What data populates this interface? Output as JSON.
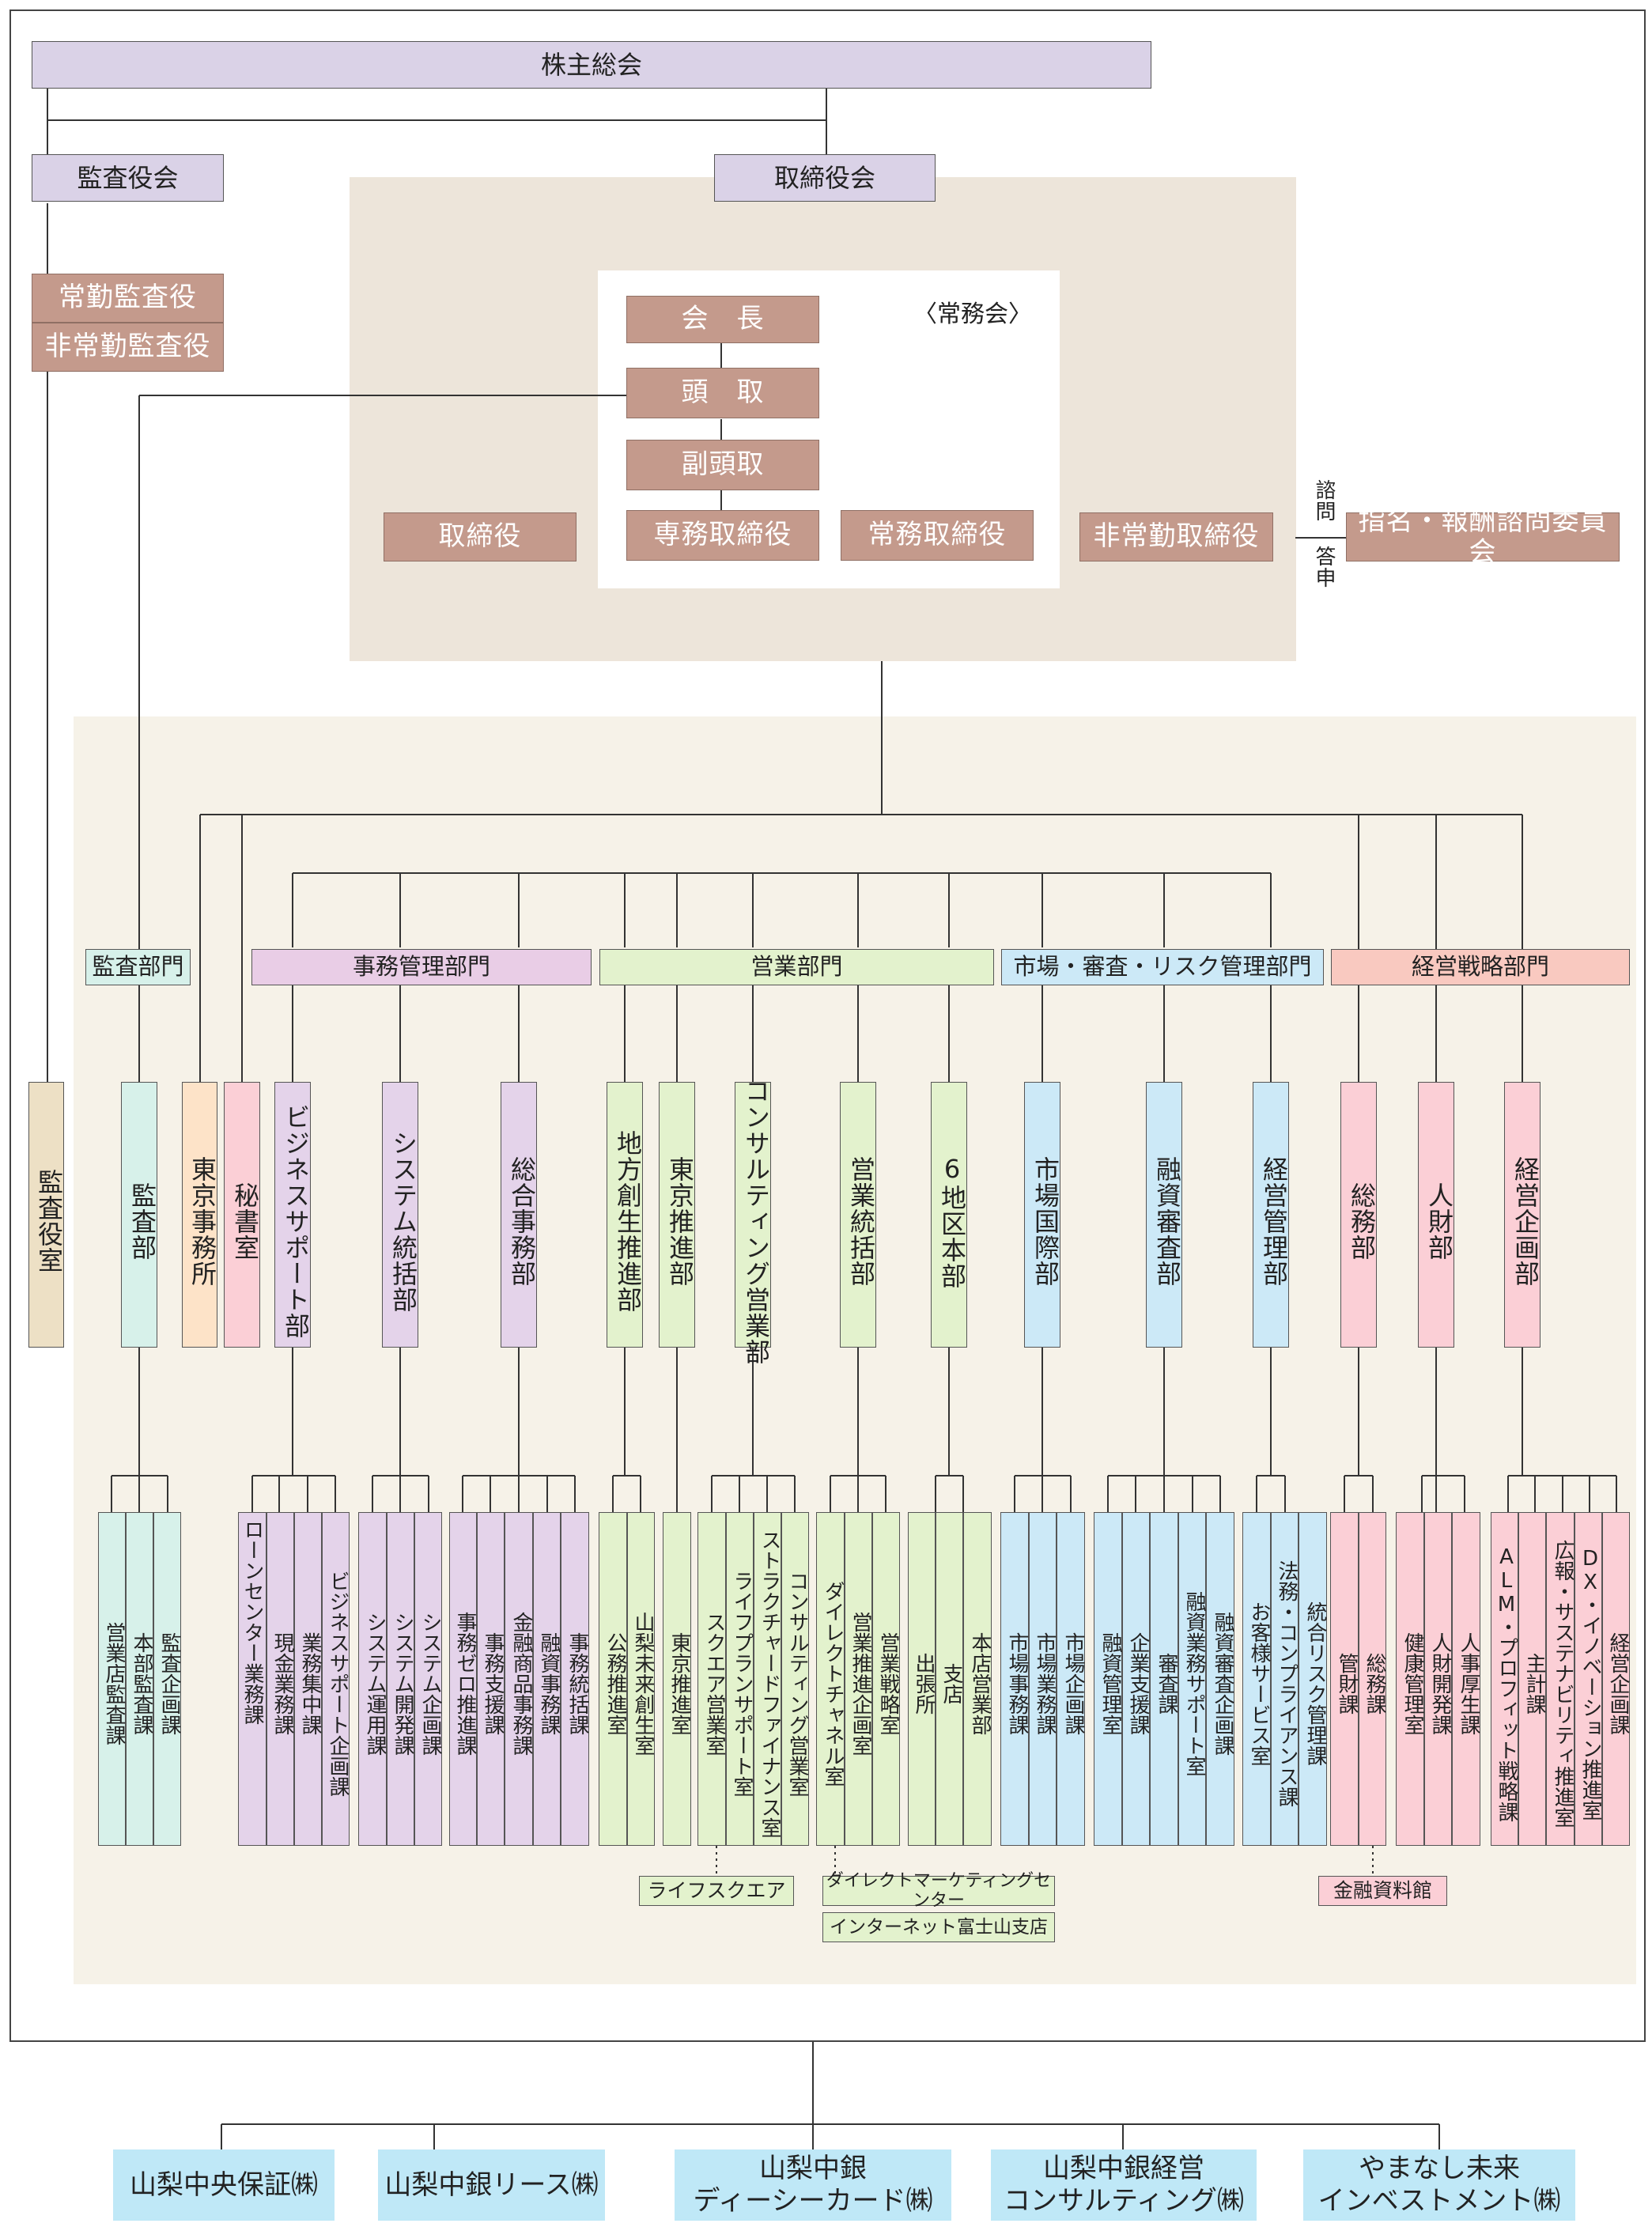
{
  "top": {
    "shareholders": "株主総会",
    "auditors_board": "監査役会",
    "board": "取締役会",
    "full_time_auditor": "常勤監査役",
    "outside_auditor": "非常勤監査役",
    "executive_committee": "〈常務会〉",
    "chairman": "会　長",
    "president": "頭　取",
    "vice_president": "副頭取",
    "director": "取締役",
    "senior_managing": "専務取締役",
    "managing": "常務取締役",
    "outside_director": "非常勤取締役",
    "consult_label": "諮問",
    "report_label": "答申",
    "nomination_committee": "指名・報酬諮問委員会"
  },
  "divisions": {
    "audit": "監査部門",
    "admin": "事務管理部門",
    "sales": "営業部門",
    "market": "市場・審査・リスク管理部門",
    "strategy": "経営戦略部門"
  },
  "departments": {
    "auditor_office": "監査役室",
    "audit_dept": "監査部",
    "tokyo_office": "東京事務所",
    "secretary": "秘書室",
    "business_support": "ビジネスサポート部",
    "system": "システム統括部",
    "general_affairs_admin": "総合事務部",
    "regional": "地方創生推進部",
    "tokyo_promotion": "東京推進部",
    "consulting": "コンサルティング営業部",
    "sales_control": "営業統括部",
    "six_region": "6地区本部",
    "market_intl": "市場国際部",
    "credit": "融資審査部",
    "management": "経営管理部",
    "general": "総務部",
    "hr": "人財部",
    "planning": "経営企画部"
  },
  "units": {
    "audit": [
      "営業店監査課",
      "本部監査課",
      "監査企画課"
    ],
    "business_support": [
      "ローンセンター業務課",
      "現金業務課",
      "業務集中課",
      "ビジネスサポート企画課"
    ],
    "system": [
      "システム運用課",
      "システム開発課",
      "システム企画課"
    ],
    "general_affairs_admin": [
      "事務ゼロ推進課",
      "事務支援課",
      "金融商品事務課",
      "融資事務課",
      "事務統括課"
    ],
    "regional": [
      "公務推進室",
      "山梨未来創生室"
    ],
    "tokyo_promotion": [
      "東京推進室"
    ],
    "consulting": [
      "スクエア営業室",
      "ライフプランサポート室",
      "ストラクチャードファイナンス室",
      "コンサルティング営業室"
    ],
    "sales_control": [
      "ダイレクトチャネル室",
      "営業推進企画室",
      "営業戦略室"
    ],
    "six_region": [
      "出張所",
      "支店",
      "本店営業部"
    ],
    "market_intl": [
      "市場事務課",
      "市場業務課",
      "市場企画課"
    ],
    "credit": [
      "融資管理室",
      "企業支援課",
      "審査課",
      "融資業務サポート室",
      "融資審査企画課"
    ],
    "management": [
      "お客様サービス室",
      "法務・コンプライアンス課",
      "統合リスク管理課"
    ],
    "general": [
      "管財課",
      "総務課"
    ],
    "hr": [
      "健康管理室",
      "人財開発課",
      "人事厚生課"
    ],
    "planning": [
      "ALM・プロフィット戦略課",
      "主計課",
      "広報・サステナビリティ推進室",
      "DX・イノベーション推進室",
      "経営企画課"
    ]
  },
  "notes": {
    "lifesquare": "ライフスクエア",
    "direct_marketing": "ダイレクトマーケティングセンター",
    "internet_branch": "インターネット富士山支店",
    "museum": "金融資料館"
  },
  "subsidiaries": [
    {
      "line1": "山梨中央保証㈱",
      "line2": ""
    },
    {
      "line1": "山梨中銀リース㈱",
      "line2": ""
    },
    {
      "line1": "山梨中銀",
      "line2": "ディーシーカード㈱"
    },
    {
      "line1": "山梨中銀経営",
      "line2": "コンサルティング㈱"
    },
    {
      "line1": "やまなし未来",
      "line2": "インベストメント㈱"
    }
  ],
  "colors": {
    "executive": "#c49a8c",
    "top_purple": "#dad2e7",
    "board_area": "#ede5da",
    "lower_area": "#f6f2e8",
    "audit_div": "#d7f1ea",
    "admin_div": "#e9cde6",
    "sales_div": "#e3f2cd",
    "market_div": "#cce9f7",
    "strategy_div": "#f9c9c0",
    "auditor_office": "#ede0c5",
    "tokyo_office": "#fde3c8",
    "secretary": "#fbcfd6",
    "subsidiary": "#bfe8f7"
  }
}
